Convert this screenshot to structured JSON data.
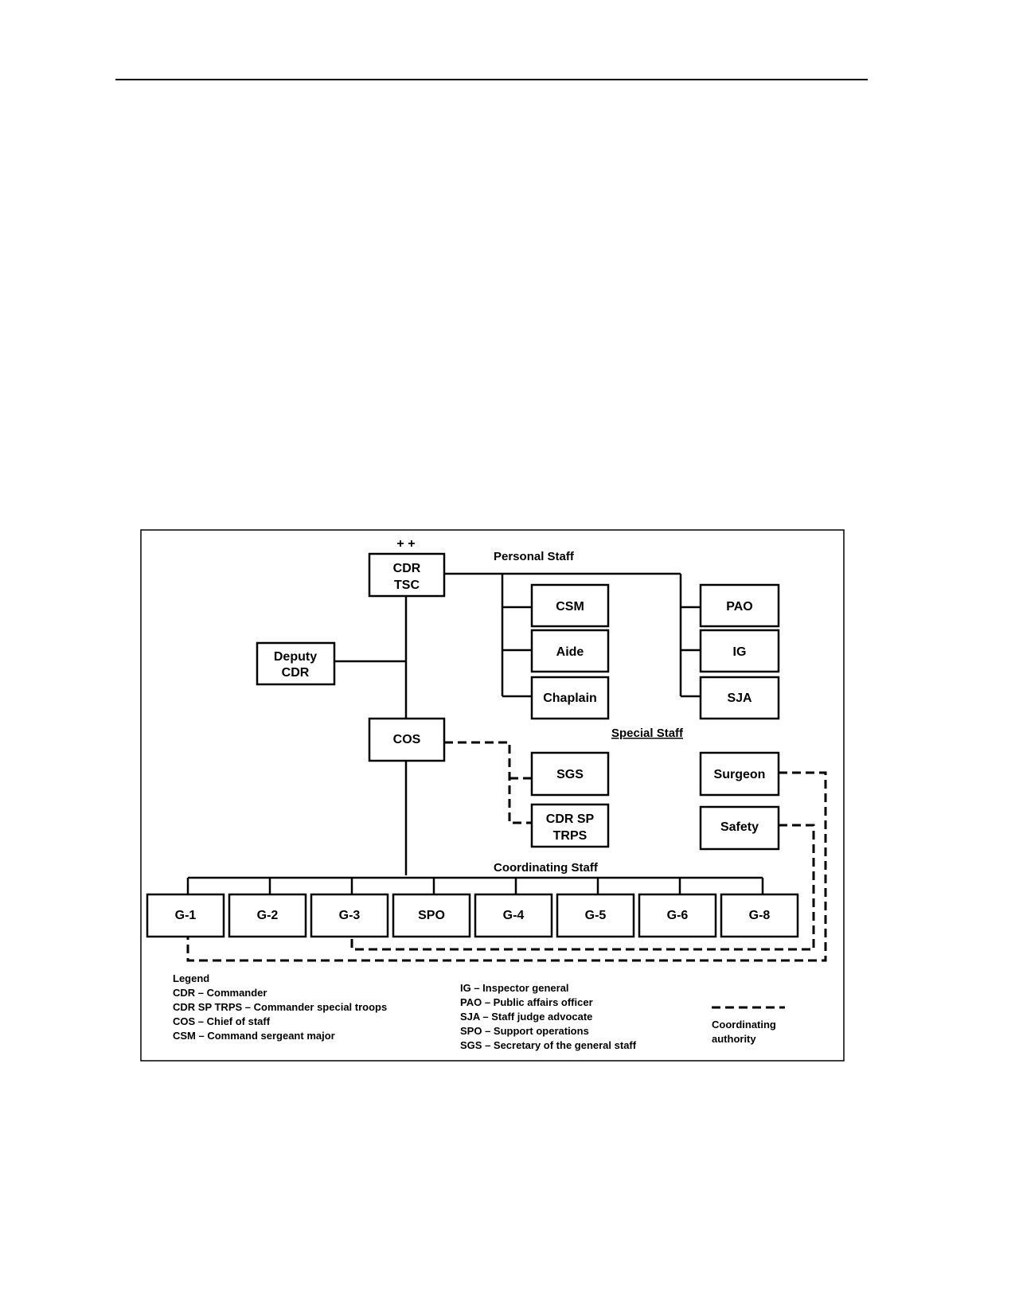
{
  "diagram": {
    "rank_mark": "+ +",
    "headers": {
      "personal_staff": "Personal Staff",
      "special_staff": "Special Staff",
      "coordinating_staff": "Coordinating Staff"
    },
    "boxes": {
      "cdr_tsc": [
        "CDR",
        "TSC"
      ],
      "deputy_cdr": [
        "Deputy",
        "CDR"
      ],
      "cos": [
        "COS"
      ],
      "csm": [
        "CSM"
      ],
      "aide": [
        "Aide"
      ],
      "chaplain": [
        "Chaplain"
      ],
      "pao": [
        "PAO"
      ],
      "ig": [
        "IG"
      ],
      "sja": [
        "SJA"
      ],
      "sgs": [
        "SGS"
      ],
      "cdr_sp_trps": [
        "CDR SP",
        "TRPS"
      ],
      "surgeon": [
        "Surgeon"
      ],
      "safety": [
        "Safety"
      ]
    },
    "coordinating": [
      "G-1",
      "G-2",
      "G-3",
      "SPO",
      "G-4",
      "G-5",
      "G-6",
      "G-8"
    ]
  },
  "legend": {
    "title": "Legend",
    "column1": [
      "CDR – Commander",
      "CDR SP TRPS – Commander special troops",
      "COS – Chief of staff",
      "CSM – Command sergeant major"
    ],
    "column2": [
      "IG – Inspector general",
      "PAO – Public affairs officer",
      "SJA – Staff judge advocate",
      "SPO – Support operations",
      "SGS – Secretary of the general staff"
    ],
    "dashed_key": [
      "Coordinating",
      "authority"
    ]
  }
}
